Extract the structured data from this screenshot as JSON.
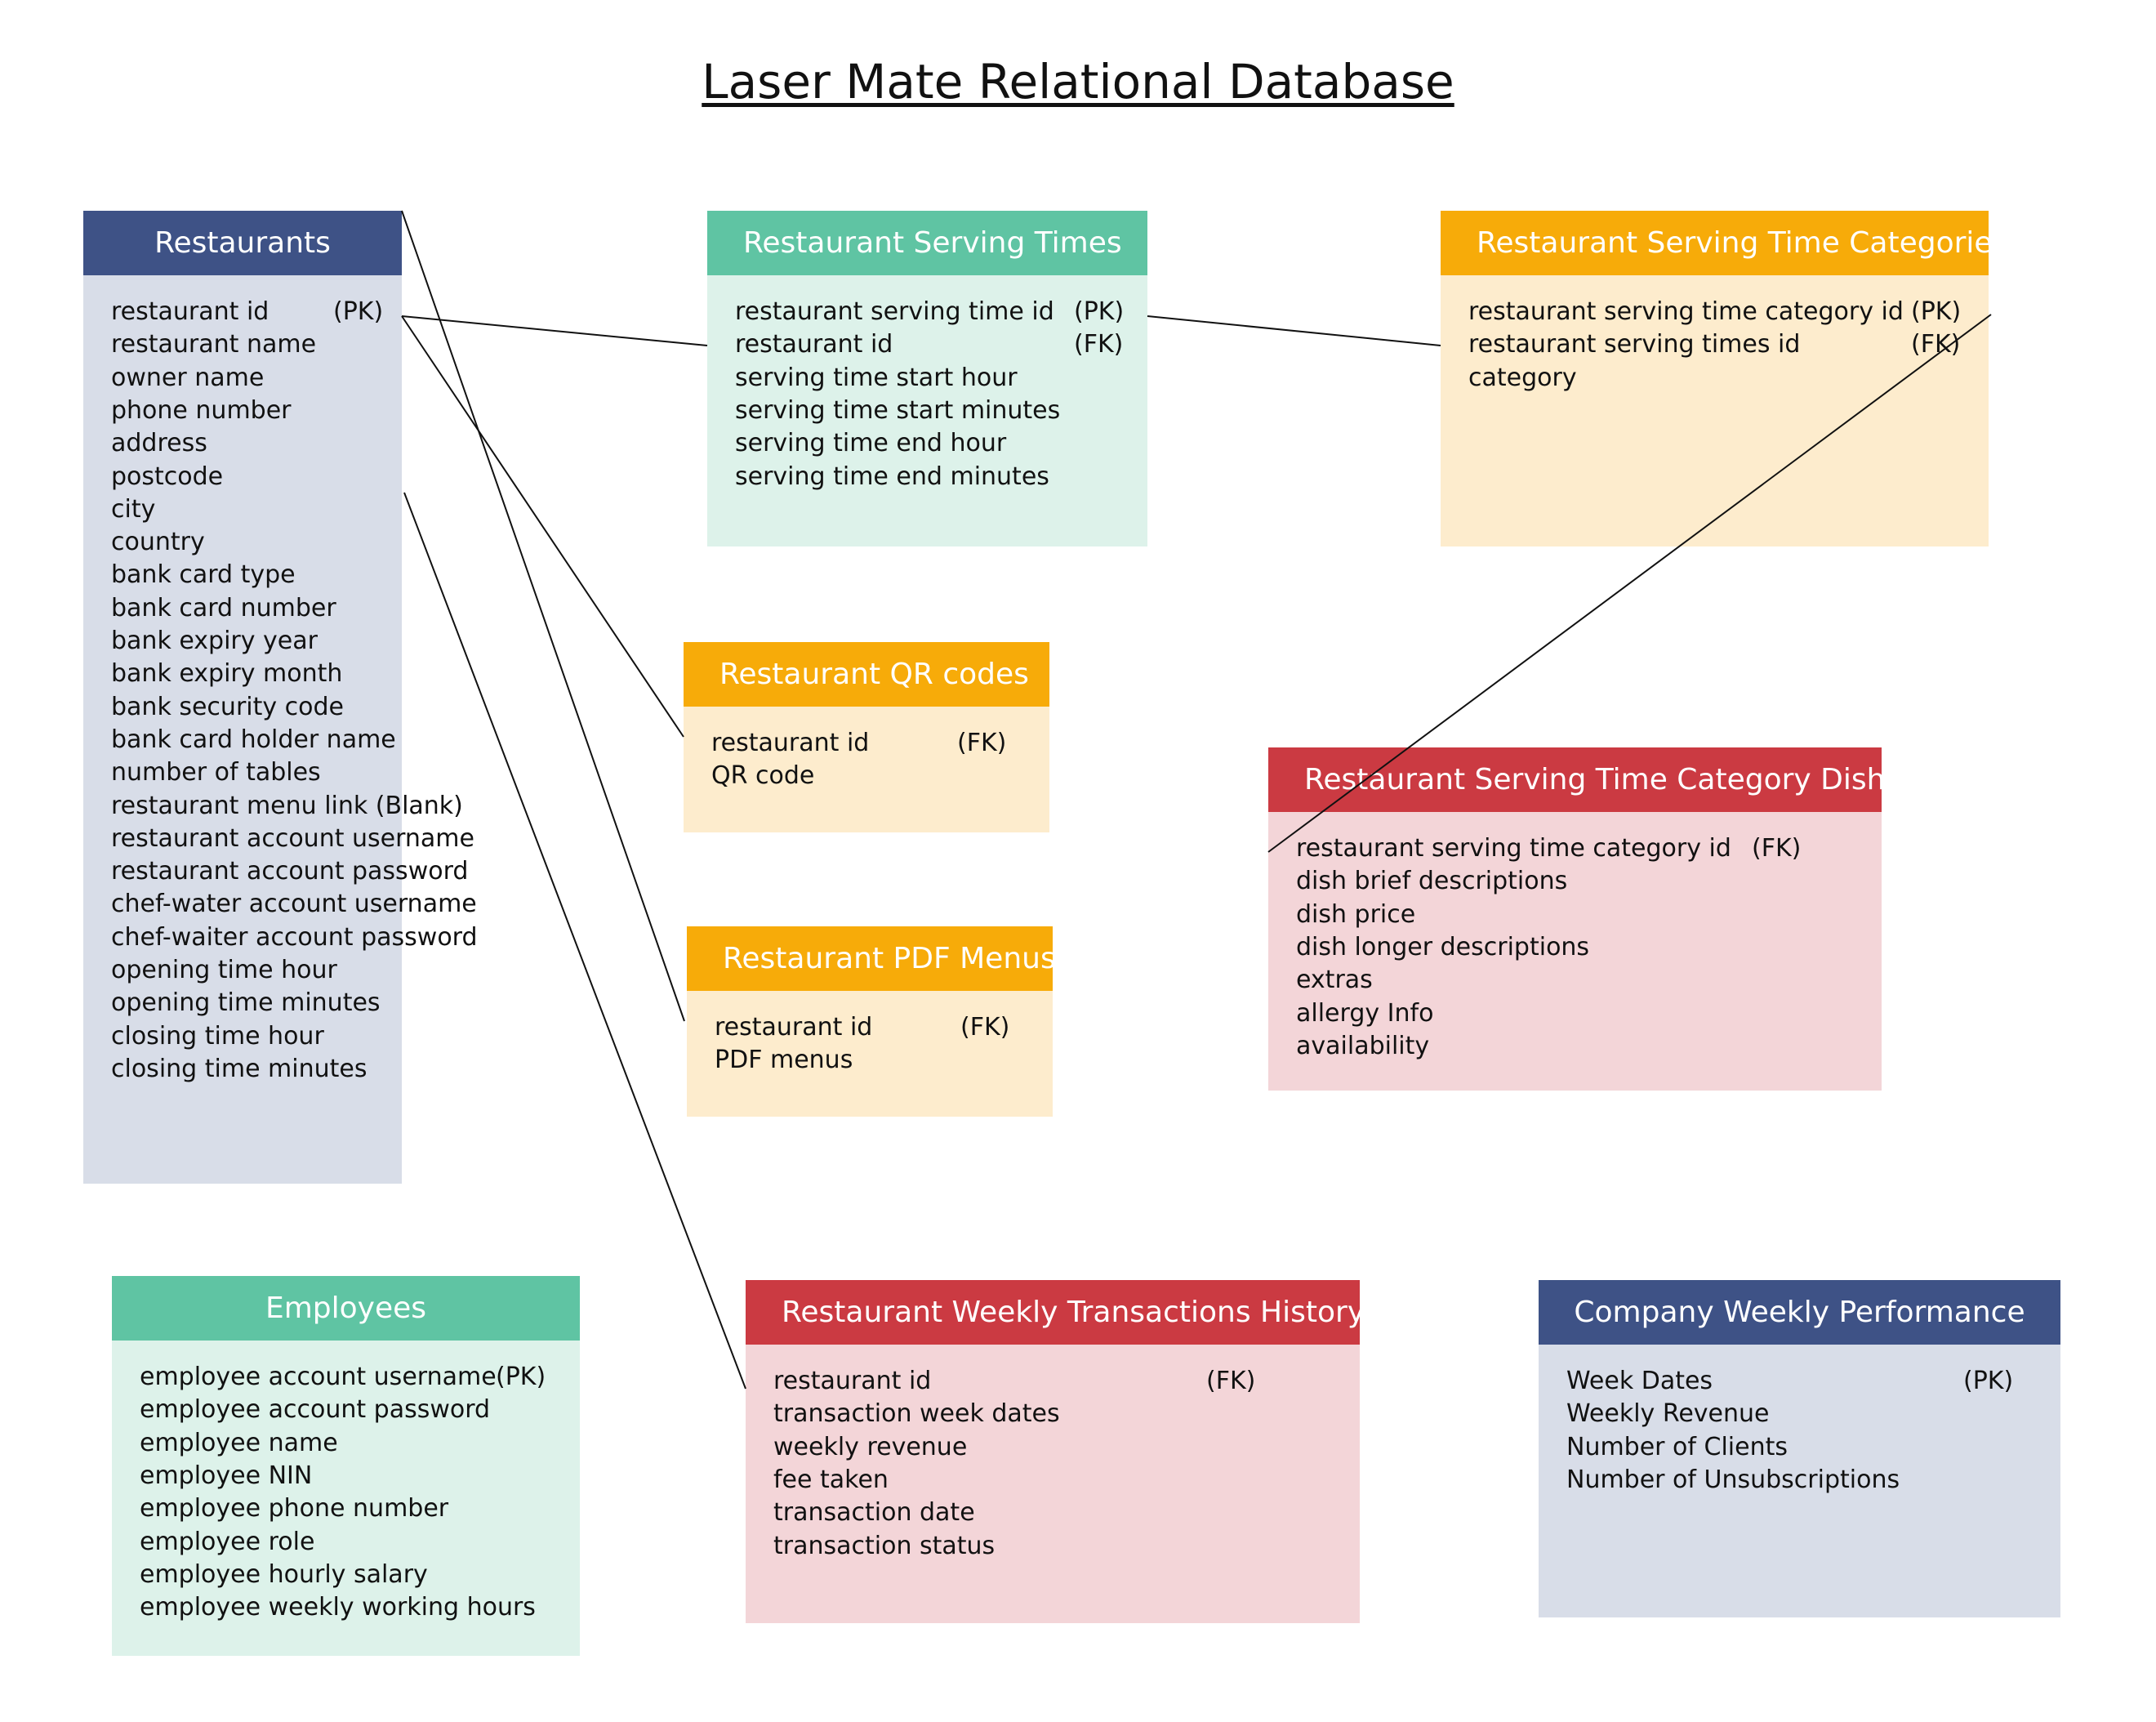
{
  "title": "Laser Mate Relational Database",
  "colors": {
    "navy_header": "#3e5286",
    "navy_body": "#d8dde8",
    "teal_header": "#5fc4a3",
    "teal_body": "#ddf2ea",
    "orange_header": "#f7ab09",
    "orange_body": "#fdeccd",
    "red_header": "#cb3a42",
    "red_body": "#f3d5d8",
    "line": "#111111"
  },
  "entities": {
    "restaurants": {
      "title": "Restaurants",
      "fields": [
        {
          "name": "restaurant id",
          "key": "(PK)"
        },
        {
          "name": "restaurant name",
          "key": ""
        },
        {
          "name": "owner name",
          "key": ""
        },
        {
          "name": "phone number",
          "key": ""
        },
        {
          "name": "address",
          "key": ""
        },
        {
          "name": "postcode",
          "key": ""
        },
        {
          "name": "city",
          "key": ""
        },
        {
          "name": "country",
          "key": ""
        },
        {
          "name": "bank card type",
          "key": ""
        },
        {
          "name": "bank card number",
          "key": ""
        },
        {
          "name": "bank expiry year",
          "key": ""
        },
        {
          "name": "bank expiry month",
          "key": ""
        },
        {
          "name": "bank security code",
          "key": ""
        },
        {
          "name": "bank card holder name",
          "key": ""
        },
        {
          "name": "number of tables",
          "key": ""
        },
        {
          "name": "restaurant menu link (Blank)",
          "key": ""
        },
        {
          "name": "restaurant account username",
          "key": ""
        },
        {
          "name": "restaurant account password",
          "key": ""
        },
        {
          "name": "chef-water account username",
          "key": ""
        },
        {
          "name": "chef-waiter account password",
          "key": ""
        },
        {
          "name": "opening time hour",
          "key": ""
        },
        {
          "name": "opening time minutes",
          "key": ""
        },
        {
          "name": "closing time hour",
          "key": ""
        },
        {
          "name": "closing time minutes",
          "key": ""
        }
      ]
    },
    "serving_times": {
      "title": "Restaurant Serving Times",
      "fields": [
        {
          "name": "restaurant serving time id",
          "key": "(PK)"
        },
        {
          "name": "restaurant id",
          "key": "(FK)"
        },
        {
          "name": "serving time start hour",
          "key": ""
        },
        {
          "name": "serving time start minutes",
          "key": ""
        },
        {
          "name": "serving time end hour",
          "key": ""
        },
        {
          "name": "serving time end minutes",
          "key": ""
        }
      ]
    },
    "serving_time_categories": {
      "title": "Restaurant Serving Time Categories",
      "fields": [
        {
          "name": "restaurant serving time category id",
          "key": "(PK)"
        },
        {
          "name": "restaurant serving times id",
          "key": "(FK)"
        },
        {
          "name": "category",
          "key": ""
        }
      ]
    },
    "qr_codes": {
      "title": "Restaurant QR codes",
      "fields": [
        {
          "name": "restaurant id",
          "key": "(FK)"
        },
        {
          "name": "QR code",
          "key": ""
        }
      ]
    },
    "pdf_menus": {
      "title": "Restaurant PDF Menus",
      "fields": [
        {
          "name": "restaurant id",
          "key": "(FK)"
        },
        {
          "name": "PDF menus",
          "key": ""
        }
      ]
    },
    "category_dishes": {
      "title": "Restaurant Serving Time Category Dishes",
      "fields": [
        {
          "name": "restaurant serving time category id",
          "key": "(FK)"
        },
        {
          "name": "dish brief descriptions",
          "key": ""
        },
        {
          "name": "dish price",
          "key": ""
        },
        {
          "name": "dish longer descriptions",
          "key": ""
        },
        {
          "name": "extras",
          "key": ""
        },
        {
          "name": "allergy Info",
          "key": ""
        },
        {
          "name": "availability",
          "key": ""
        }
      ]
    },
    "employees": {
      "title": "Employees",
      "fields": [
        {
          "name": "employee account username",
          "key": "(PK)"
        },
        {
          "name": "employee account password",
          "key": ""
        },
        {
          "name": "employee name",
          "key": ""
        },
        {
          "name": "employee NIN",
          "key": ""
        },
        {
          "name": "employee phone number",
          "key": ""
        },
        {
          "name": "employee role",
          "key": ""
        },
        {
          "name": "employee hourly salary",
          "key": ""
        },
        {
          "name": "employee weekly working hours",
          "key": ""
        }
      ]
    },
    "weekly_transactions": {
      "title": "Restaurant Weekly Transactions History",
      "fields": [
        {
          "name": "restaurant id",
          "key": "(FK)"
        },
        {
          "name": "transaction week dates",
          "key": ""
        },
        {
          "name": "weekly revenue",
          "key": ""
        },
        {
          "name": "fee taken",
          "key": ""
        },
        {
          "name": "transaction date",
          "key": ""
        },
        {
          "name": "transaction status",
          "key": ""
        }
      ]
    },
    "company_performance": {
      "title": "Company Weekly Performance",
      "fields": [
        {
          "name": "Week Dates",
          "key": "(PK)"
        },
        {
          "name": "Weekly Revenue",
          "key": ""
        },
        {
          "name": "Number of Clients",
          "key": ""
        },
        {
          "name": "Number of Unsubscriptions",
          "key": ""
        }
      ]
    }
  }
}
